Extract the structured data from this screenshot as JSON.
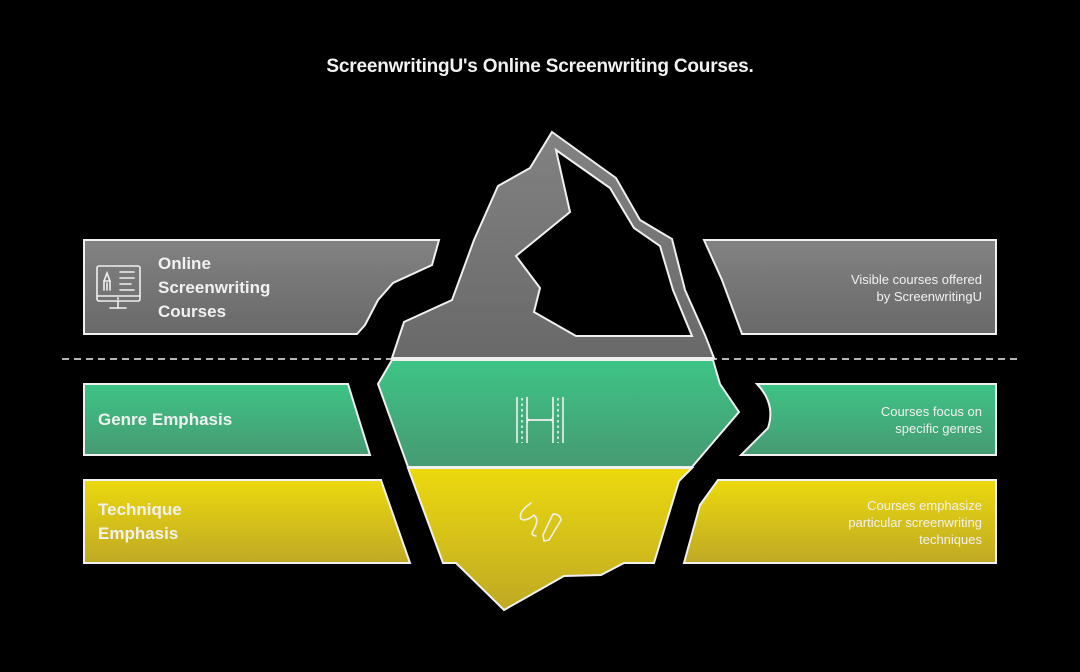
{
  "title": "ScreenwritingU's Online Screenwriting Courses.",
  "colors": {
    "background": "#000000",
    "gray_top": "#808080",
    "gray_bottom": "#6a6a6a",
    "green_top": "#3ec486",
    "green_bottom": "#479a72",
    "yellow_top": "#ecd90e",
    "yellow_bottom": "#c0aa22",
    "stroke": "#f0f0f0"
  },
  "layers": [
    {
      "id": "visible",
      "label_lines": [
        "Online",
        "Screenwriting",
        "Courses"
      ],
      "icon": "monitor-pencil-icon",
      "description_lines": [
        "Visible courses offered",
        "by ScreenwritingU"
      ]
    },
    {
      "id": "genre",
      "label_lines": [
        "Genre Emphasis"
      ],
      "icon": "film-strip-icon",
      "description_lines": [
        "Courses focus on",
        "specific genres"
      ]
    },
    {
      "id": "technique",
      "label_lines": [
        "Technique",
        "Emphasis"
      ],
      "icon": "pen-squiggle-icon",
      "description_lines": [
        "Courses emphasize",
        "particular screenwriting",
        "techniques"
      ]
    }
  ]
}
